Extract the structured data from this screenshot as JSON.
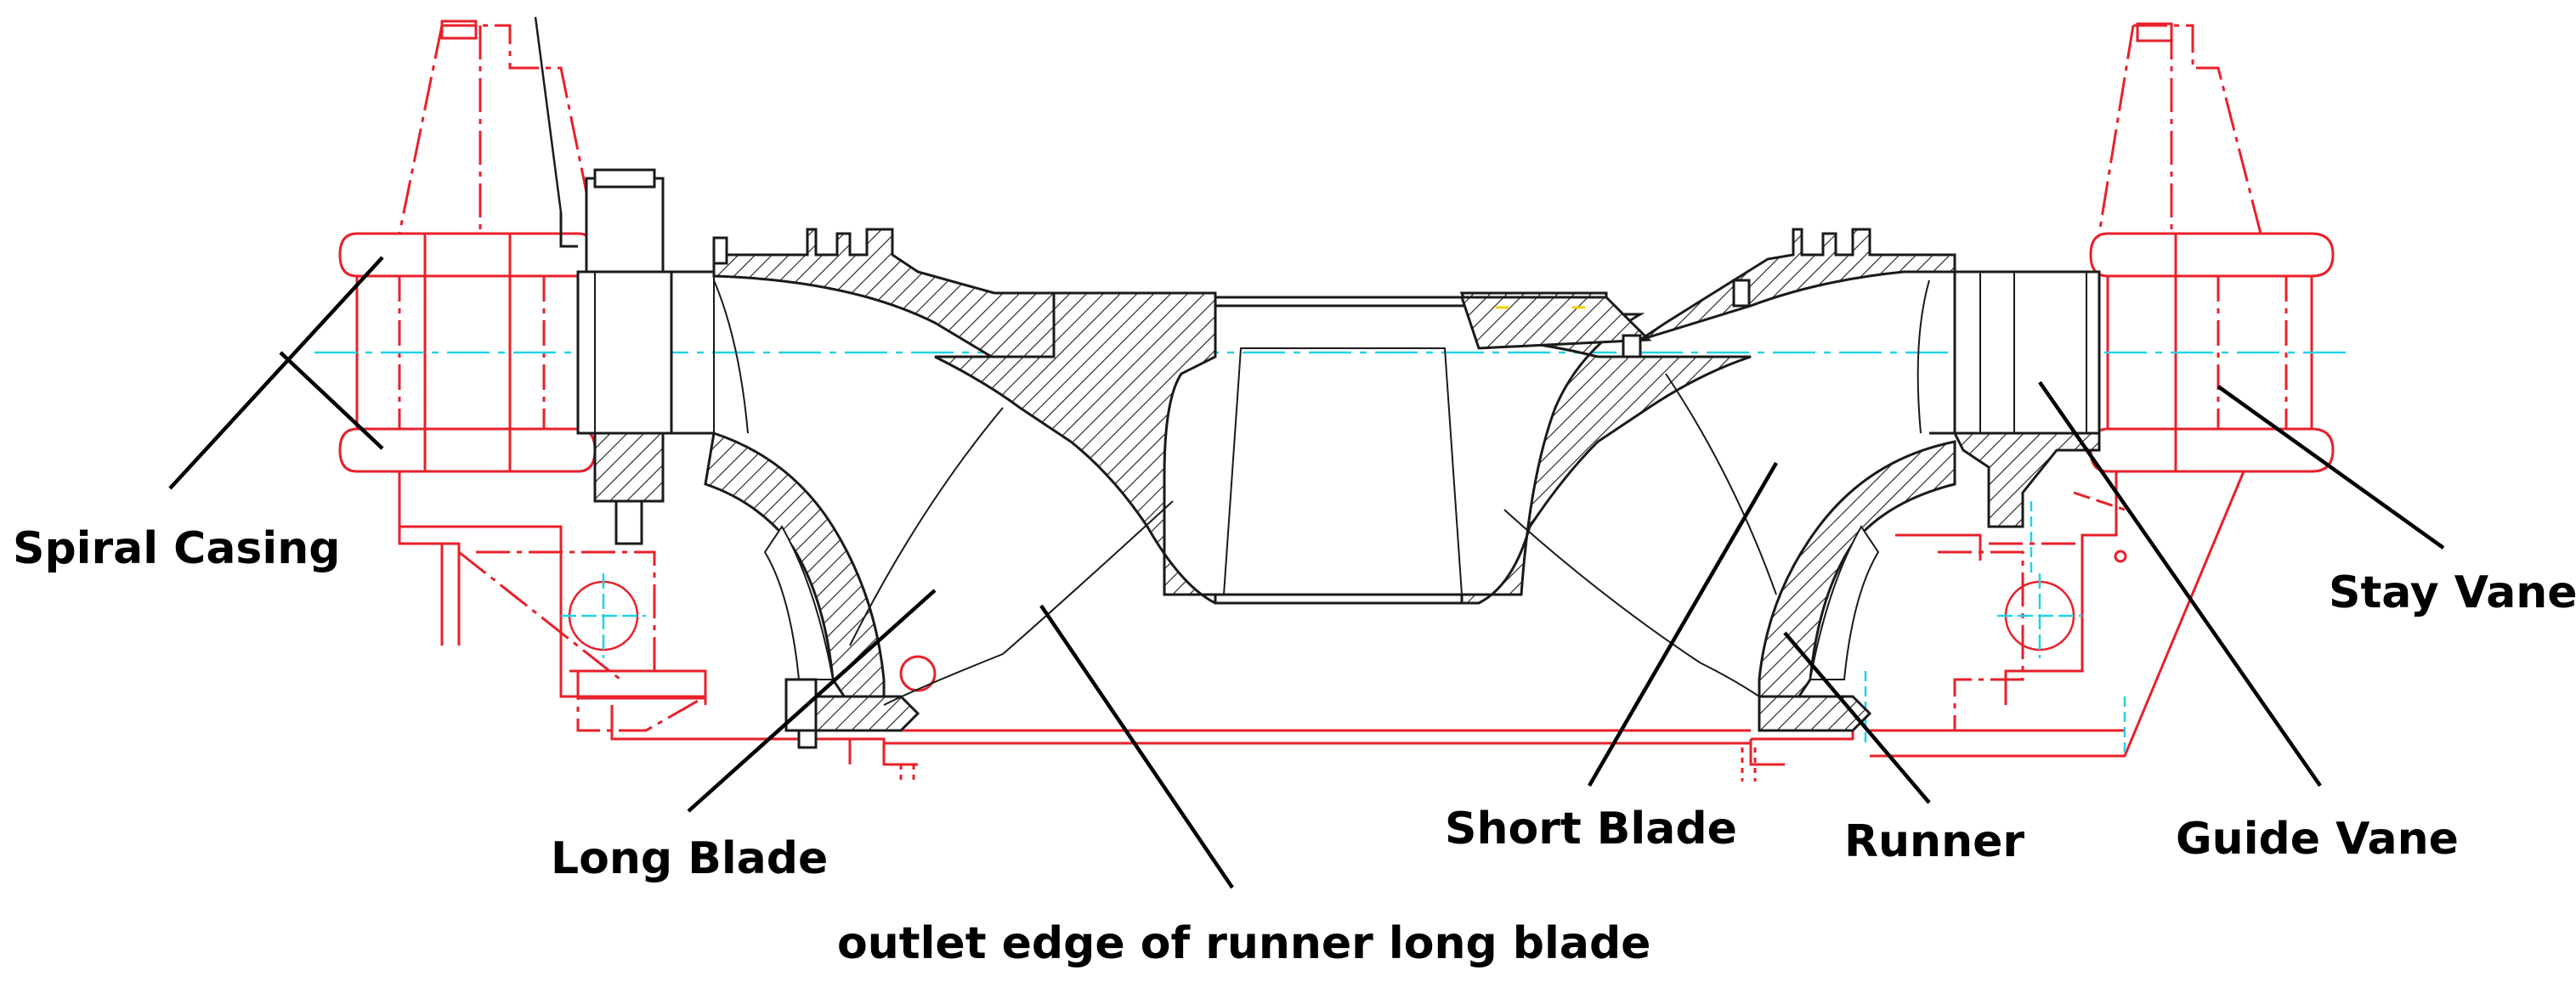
{
  "labels": {
    "spiral_casing": "Spiral Casing",
    "stay_vane": "Stay Vane",
    "guide_vane": "Guide Vane",
    "runner": "Runner",
    "short_blade": "Short Blade",
    "long_blade": "Long Blade",
    "outlet_edge": "outlet edge of runner long blade"
  },
  "colors": {
    "outline_red": "#e8202a",
    "center_cyan": "#22d3e6",
    "section_black": "#1a1a1a",
    "leader_black": "#000000"
  }
}
